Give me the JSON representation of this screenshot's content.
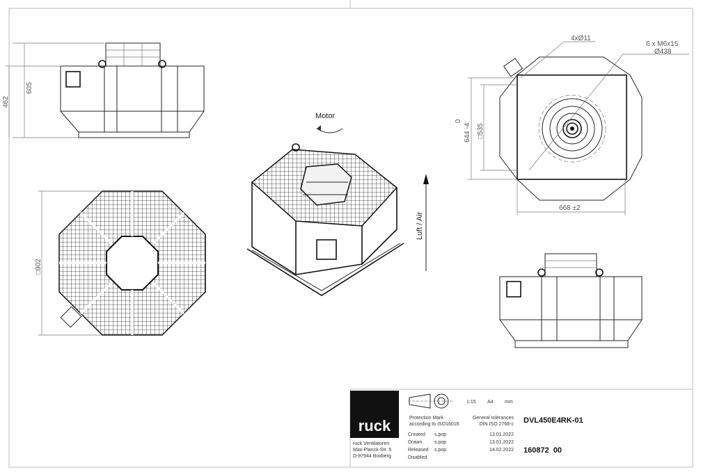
{
  "dimensions": {
    "front_height_total": "605",
    "front_height_body": "462",
    "top_square": "□902",
    "holes": "4xØ11",
    "screws": "6 x M6x15",
    "bolt_circle": "Ø438",
    "tol_upper": "0",
    "height_644": "644 -4",
    "square_535": "□535",
    "width_668": "668 ±2"
  },
  "iso_view": {
    "motor_label": "Motor",
    "air_label": "Luft / Air"
  },
  "title_block": {
    "logo": "ruck",
    "company": [
      "ruck Ventilatoren",
      "Max-Planck-Str. 5",
      "D-97944 Boxberg"
    ],
    "scale": "1:15",
    "format": "A4",
    "unit": "mm",
    "protection_mark": [
      "Protection Mark",
      "according to ISO16016"
    ],
    "tolerances": [
      "General tolerances",
      "DIN ISO 2768-c"
    ],
    "rows": [
      {
        "label": "Created",
        "name": "s.pop",
        "date": "13.01.2022"
      },
      {
        "label": "Drawn",
        "name": "s.pop",
        "date": "13.01.2022"
      },
      {
        "label": "Released",
        "name": "s.pop",
        "date": "14.02.2022"
      },
      {
        "label": "Disabled",
        "name": "",
        "date": ""
      }
    ],
    "model": "DVL450E4RK-01",
    "drawing_number": "160872  00"
  }
}
